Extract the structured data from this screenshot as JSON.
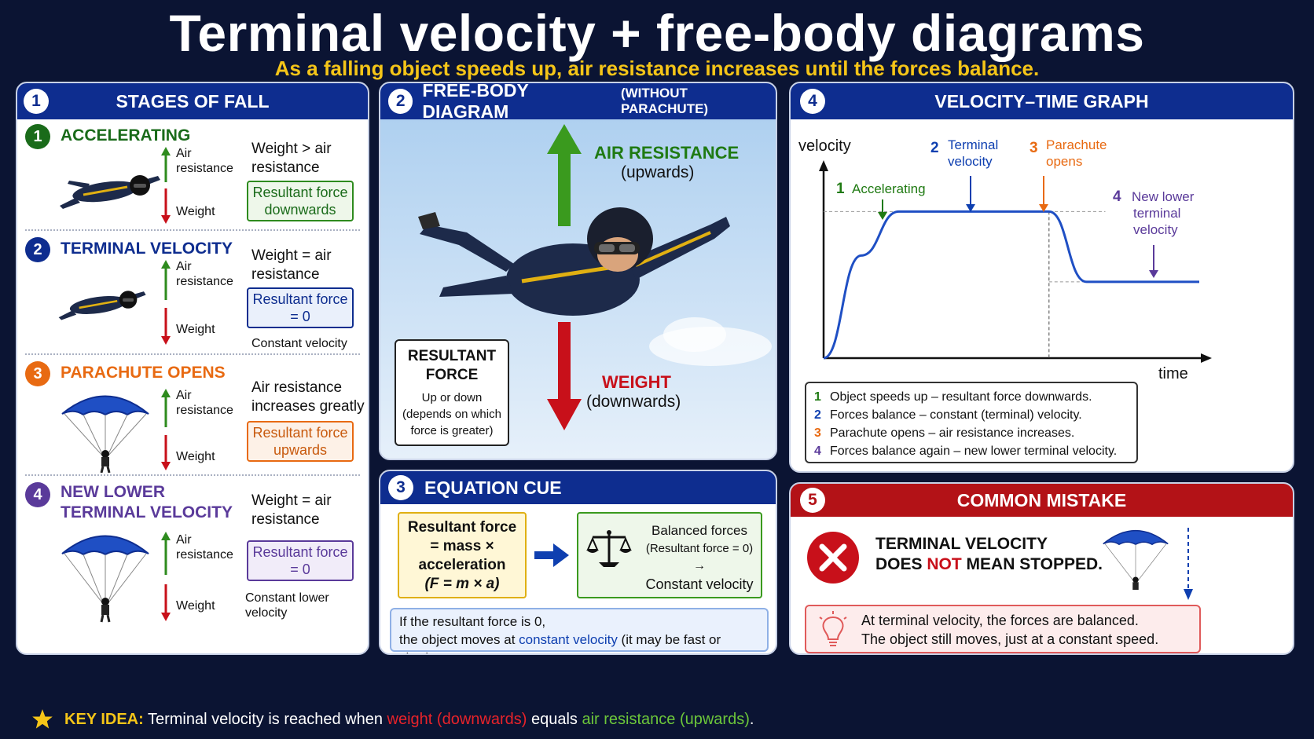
{
  "title": "Terminal velocity + free-body diagrams",
  "subtitle": "As a falling object speeds up, air resistance increases until the forces balance.",
  "colors": {
    "navy": "#0e2d8f",
    "green": "#2e8b1e",
    "red": "#c8101a",
    "orange": "#e86a12",
    "purple": "#5a3a9a",
    "yellow": "#f5c518"
  },
  "panel1": {
    "num": "1",
    "title": "STAGES OF FALL",
    "stages": [
      {
        "num": "1",
        "title": "ACCELERATING",
        "up": "Air resistance",
        "down": "Weight",
        "rel": "Weight > air resistance",
        "result": "Resultant force downwards",
        "note": ""
      },
      {
        "num": "2",
        "title": "TERMINAL VELOCITY",
        "up": "Air resistance",
        "down": "Weight",
        "rel": "Weight = air resistance",
        "result": "Resultant force = 0",
        "note": "Constant velocity"
      },
      {
        "num": "3",
        "title": "PARACHUTE OPENS",
        "up": "Air resistance",
        "down": "Weight",
        "rel": "Air resistance increases greatly",
        "result": "Resultant force upwards",
        "note": ""
      },
      {
        "num": "4",
        "title": "NEW LOWER TERMINAL VELOCITY",
        "up": "Air resistance",
        "down": "Weight",
        "rel": "Weight = air resistance",
        "result": "Resultant force = 0",
        "note": "Constant lower velocity"
      }
    ]
  },
  "panel2": {
    "num": "2",
    "title": "FREE-BODY DIAGRAM",
    "title_note": "(WITHOUT PARACHUTE)",
    "air_label": "AIR RESISTANCE",
    "air_dir": "(upwards)",
    "weight_label": "WEIGHT",
    "weight_dir": "(downwards)",
    "resultant_title": "RESULTANT FORCE",
    "resultant_text": "Up or down (depends on which force is greater)"
  },
  "panel3": {
    "num": "3",
    "title": "EQUATION CUE",
    "equation_lines": [
      "Resultant force",
      "= mass ×",
      "acceleration",
      "(F = m × a)"
    ],
    "balanced_title": "Balanced forces",
    "balanced_sub": "(Resultant force = 0)",
    "balanced_arrow": "→",
    "balanced_result": "Constant velocity",
    "note_line1": "If the resultant force is 0,",
    "note_line2a": "the object moves at ",
    "note_line2b": "constant velocity",
    "note_line2c": " (it may be fast or slow)."
  },
  "panel4": {
    "num": "4",
    "title": "VELOCITY–TIME GRAPH",
    "ylabel": "velocity",
    "xlabel": "time",
    "annotations": [
      {
        "num": "1",
        "text": "Accelerating"
      },
      {
        "num": "2",
        "text": "Terminal velocity"
      },
      {
        "num": "3",
        "text": "Parachute opens"
      },
      {
        "num": "4",
        "text": "New lower terminal velocity"
      }
    ],
    "legend": [
      {
        "num": "1",
        "text": "Object speeds up – resultant force downwards."
      },
      {
        "num": "2",
        "text": "Forces balance – constant (terminal) velocity."
      },
      {
        "num": "3",
        "text": "Parachute opens – air resistance increases."
      },
      {
        "num": "4",
        "text": "Forces balance again – new lower terminal velocity."
      }
    ]
  },
  "panel5": {
    "num": "5",
    "title": "COMMON MISTAKE",
    "mistake_line1": "TERMINAL VELOCITY",
    "mistake_line2a": "DOES ",
    "mistake_line2b": "NOT",
    "mistake_line2c": " MEAN STOPPED.",
    "tip_line1": "At terminal velocity, the forces are balanced.",
    "tip_line2": "The object still moves, just at a constant speed."
  },
  "keyidea": {
    "label": "KEY IDEA:",
    "text1": " Terminal velocity is reached when ",
    "weight": "weight (downwards)",
    "text2": " equals ",
    "air": "air resistance (upwards)",
    "text3": "."
  },
  "chart_data": {
    "type": "line",
    "title": "VELOCITY–TIME GRAPH",
    "xlabel": "time",
    "ylabel": "velocity",
    "x": [
      0,
      1,
      2,
      3,
      4,
      5,
      6,
      7,
      8,
      9,
      10
    ],
    "series": [
      {
        "values": [
          0,
          3.5,
          5,
          5,
          5,
          5,
          5,
          2.6,
          2.6,
          2.6,
          2.6
        ]
      }
    ],
    "ylim": [
      0,
      6
    ],
    "grid": false
  }
}
